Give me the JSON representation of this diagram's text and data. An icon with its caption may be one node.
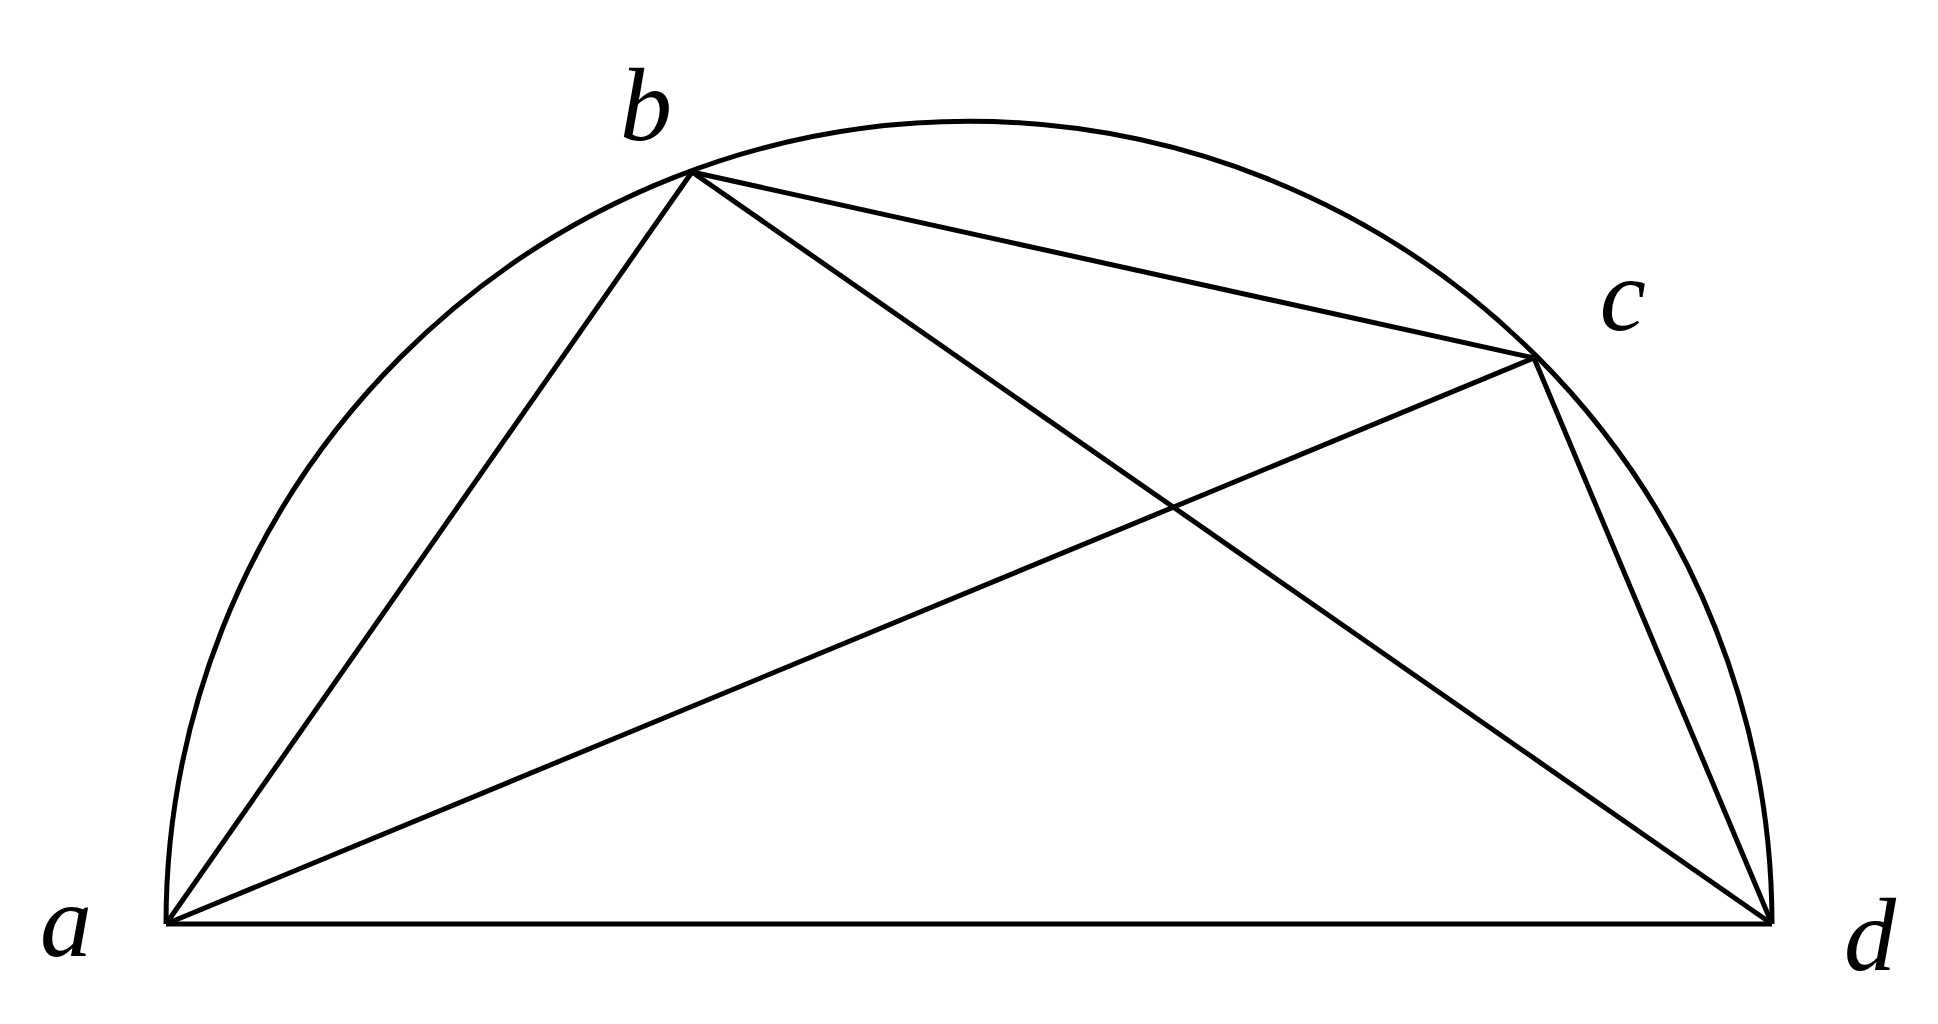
{
  "diagram": {
    "nodes": [
      {
        "text": [
          "b"
        ]
      },
      {
        "text": [
          "c"
        ]
      },
      {
        "text": [
          "a"
        ]
      },
      {
        "text": [
          "d"
        ]
      }
    ],
    "edges": [
      {
        "from": 2,
        "to": 0,
        "arrow": "none"
      },
      {
        "from": 0,
        "to": 1,
        "arrow": "none"
      },
      {
        "from": 1,
        "to": 3,
        "arrow": "none"
      },
      {
        "from": 2,
        "to": 3,
        "arrow": "none"
      },
      {
        "from": 2,
        "to": 1,
        "arrow": "none"
      },
      {
        "from": 0,
        "to": 3,
        "arrow": "none"
      }
    ]
  }
}
